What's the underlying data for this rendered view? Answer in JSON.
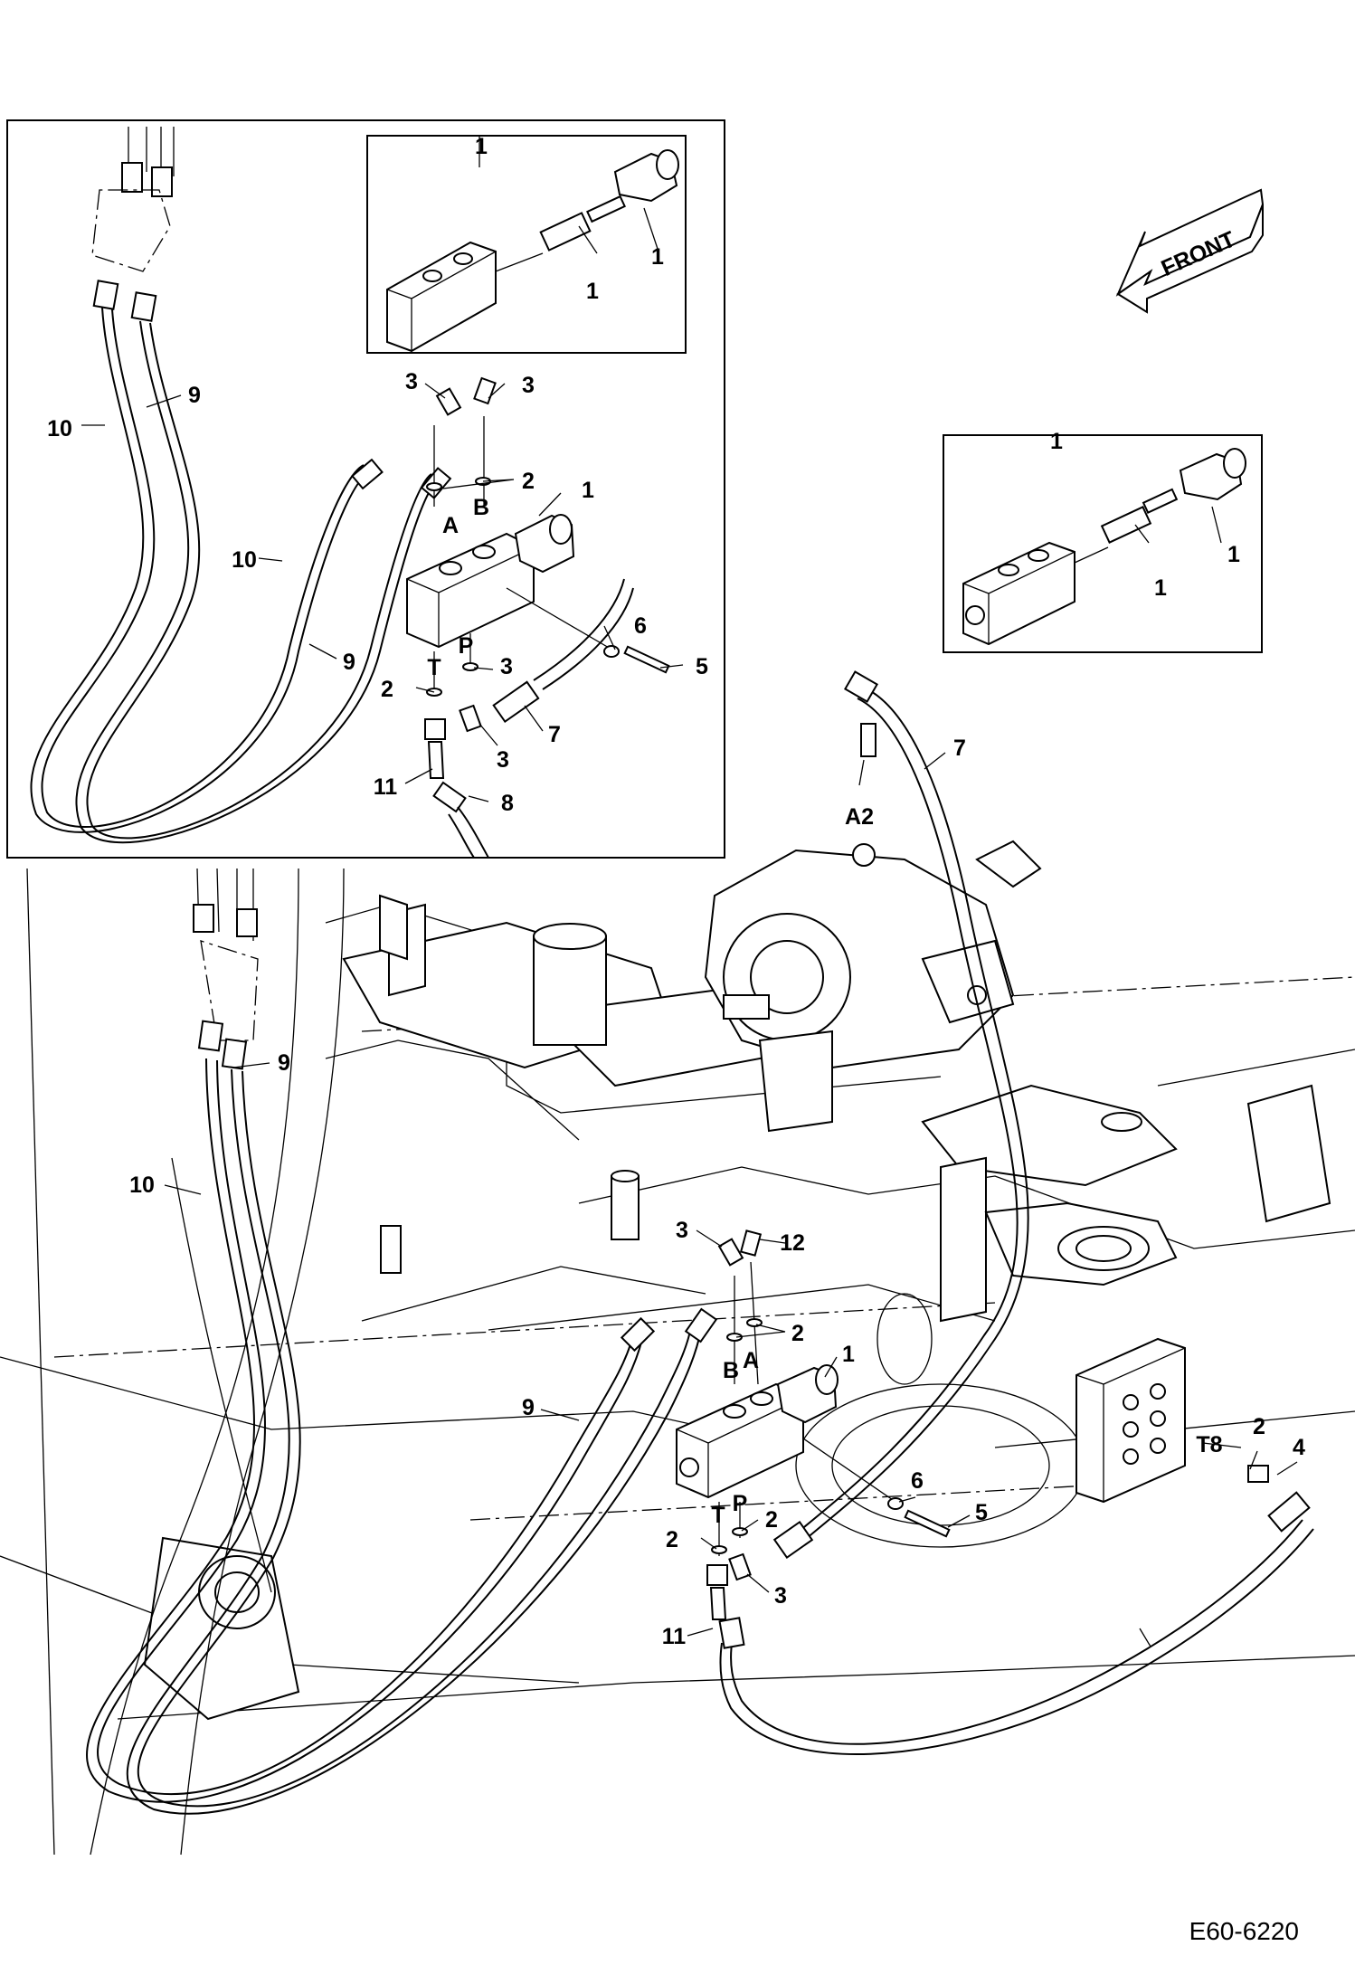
{
  "figure_id": "E60-6220",
  "direction_arrow": "FRONT",
  "port_labels": {
    "A": "A",
    "B": "B",
    "P": "P",
    "T": "T",
    "A2": "A2",
    "T8": "T8"
  },
  "callouts": {
    "c1": "1",
    "c2": "2",
    "c3": "3",
    "c4": "4",
    "c5": "5",
    "c6": "6",
    "c7": "7",
    "c8": "8",
    "c9": "9",
    "c10": "10",
    "c11": "11",
    "c12": "12"
  }
}
